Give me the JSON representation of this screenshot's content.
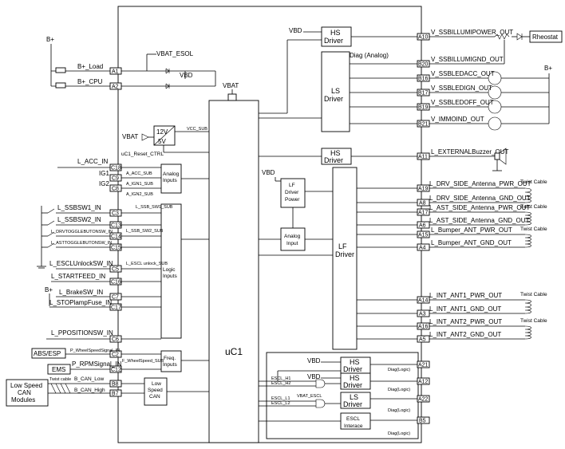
{
  "labels": {
    "uc1": "uC1",
    "vbd": "VBD",
    "vbat": "VBAT",
    "bplus": "B+",
    "rheostat": "Rheostat",
    "diag_analog": "Diag (Analog)",
    "diag_logic": "Diag(Logic)",
    "twist_cable": "Twist Cable",
    "low_speed_can_modules": [
      "Low Speed",
      "CAN",
      "Modules"
    ],
    "abs_esp": "ABS/ESP",
    "ems": "EMS",
    "twist_cable_can": "Twist cable",
    "vbat_esol": "VBAT_ESOL",
    "vcc_sub": "VCC_SUB",
    "uc1_reset": "uC1_Reset_CTRL",
    "reg_12v": "12V",
    "reg_5v": "5V",
    "vbat_escl": "VBAT_ESCL",
    "escl_h1": "ESCL_H1",
    "escl_h2": "ESCL_H2",
    "escl_l1": "ESCL_L1",
    "escl_l2": "ESCL_L2"
  },
  "blocks": {
    "hs_driver_top": [
      "HS",
      "Driver"
    ],
    "ls_driver_top": [
      "LS",
      "Driver"
    ],
    "hs_driver_buzzer": [
      "HS",
      "Driver"
    ],
    "lf_driver_power": [
      "LF",
      "Driver",
      "Power"
    ],
    "analog_input_lf": [
      "Analog",
      "Input"
    ],
    "lf_driver": [
      "LF",
      "Driver"
    ],
    "analog_inputs": [
      "Analog",
      "Inputs"
    ],
    "logic_inputs": [
      "Logic",
      "Inputs"
    ],
    "freq_inputs": [
      "Freq.",
      "Inputs"
    ],
    "low_speed_can": [
      "Low",
      "Speed",
      "CAN"
    ],
    "hs_driver_esc1": [
      "HS",
      "Driver"
    ],
    "hs_driver_esc2": [
      "HS",
      "Driver"
    ],
    "ls_driver_esc": [
      "LS",
      "Driver"
    ],
    "escl_interface": [
      "ESCL",
      "Interace"
    ]
  },
  "left_pins": [
    {
      "pin": "A1",
      "signal": "B+_Load"
    },
    {
      "pin": "A2",
      "signal": "B+_CPU"
    },
    {
      "pin": "C18",
      "signal": "L_ACC_IN"
    },
    {
      "pin": "C9",
      "signal": "IG1"
    },
    {
      "pin": "C8",
      "signal": "IG2"
    },
    {
      "pin": "C3",
      "signal": "L_SSBSW1_IN"
    },
    {
      "pin": "C13",
      "signal": "L_SSBSW2_IN"
    },
    {
      "pin": "C14",
      "signal": "L_DRVTOGGLEBUTONSW_IN"
    },
    {
      "pin": "C15",
      "signal": "L_ASTTOGGLEBUTONSW_IN"
    },
    {
      "pin": "C5",
      "signal": "L_ESCLUnlockSW_IN"
    },
    {
      "pin": "C16",
      "signal": "L_STARTFEED_IN"
    },
    {
      "pin": "C7",
      "signal": "L_BrakeSW_IN"
    },
    {
      "pin": "C17",
      "signal": "L_STOPlampFuse_IN"
    },
    {
      "pin": "C6",
      "signal": "L_PPOSITIONSW_IN"
    },
    {
      "pin": "C2",
      "signal": "P_WheelSpeedSignal_IN"
    },
    {
      "pin": "C12",
      "signal": "P_RPMSignal_IN"
    },
    {
      "pin": "B8",
      "signal": "B_CAN_Low"
    },
    {
      "pin": "B7",
      "signal": "B_CAN_High"
    }
  ],
  "internal_signals": [
    "A_ACC_SUB",
    "A_IGN1_SUB",
    "A_IGN2_SUB",
    "L_SSB_SW1_SUB",
    "L_SSB_SW2_SUB",
    "L_ESCL unlock_SUB",
    "F_WheelSpeed_SUB"
  ],
  "right_pins": [
    {
      "pin": "A10",
      "signal": "V_SSBILLUMIPOWER_OUT"
    },
    {
      "pin": "B20",
      "signal": "V_SSBILLUMIGND_OUT"
    },
    {
      "pin": "B16",
      "signal": "V_SSBLEDACC_OUT"
    },
    {
      "pin": "B17",
      "signal": "V_SSBLEDIGN_OUT"
    },
    {
      "pin": "B19",
      "signal": "V_SSBLEDOFF_OUT"
    },
    {
      "pin": "B21",
      "signal": "V_IMMOIND_OUT"
    },
    {
      "pin": "A11",
      "signal": "L_EXTERNALBuzzer_OUT"
    },
    {
      "pin": "A19",
      "signal": "L_DRV_SIDE_Antenna_PWR_OUT"
    },
    {
      "pin": "A8",
      "signal": "L_DRV_SIDE_Antenna_GND_OUT"
    },
    {
      "pin": "A17",
      "signal": "L_AST_SIDE_Antenna_PWR_OUT"
    },
    {
      "pin": "A6",
      "signal": "L_AST_SIDE_Antenna_GND_OUT"
    },
    {
      "pin": "A15",
      "signal": "L_Bumper_ANT_PWR_OUT"
    },
    {
      "pin": "A4",
      "signal": "L_Bumper_ANT_GND_OUT"
    },
    {
      "pin": "A14",
      "signal": "L_INT_ANT1_PWR_OUT"
    },
    {
      "pin": "A3",
      "signal": "L_INT_ANT1_GND_OUT"
    },
    {
      "pin": "A16",
      "signal": "L_INT_ANT2_PWR_OUT"
    },
    {
      "pin": "A5",
      "signal": "L_INT_ANT2_GND_OUT"
    },
    {
      "pin": "A21",
      "signal": ""
    },
    {
      "pin": "A12",
      "signal": ""
    },
    {
      "pin": "A22",
      "signal": ""
    },
    {
      "pin": "B5",
      "signal": ""
    }
  ]
}
